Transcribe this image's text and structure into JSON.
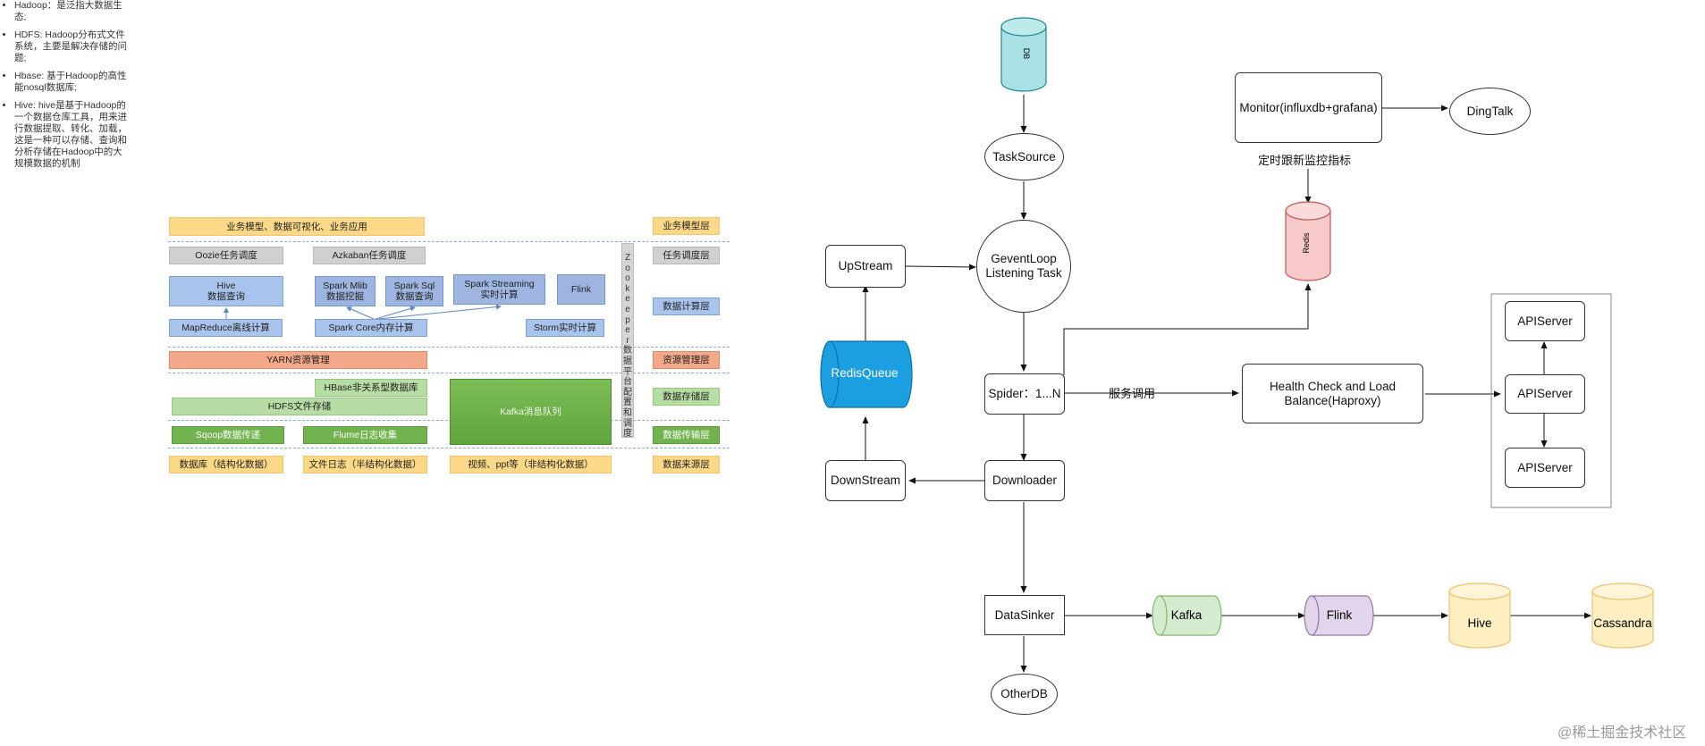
{
  "notes": [
    "Hadoop：是泛指大数据生态;",
    "HDFS: Hadoop分布式文件系统，主要是解决存储的问题;",
    "Hbase: 基于Hadoop的高性能nosql数据库;",
    "Hive: hive是基于Hadoop的一个数据仓库工具，用来进行数据提取、转化、加载，这是一种可以存储、查询和分析存储在Hadoop中的大规模数据的机制"
  ],
  "stack": {
    "business": "业务模型、数据可视化、业务应用",
    "oozie": "Oozie任务调度",
    "azkaban": "Azkaban任务调度",
    "hive_name": "Hive",
    "hive_desc": "数据查询",
    "mllib_name": "Spark Mlib",
    "mllib_desc": "数据挖掘",
    "sql_name": "Spark Sql",
    "sql_desc": "数据查询",
    "streaming_name": "Spark Streaming",
    "streaming_desc": "实时计算",
    "flink": "Flink",
    "mapreduce": "MapReduce离线计算",
    "spark_core": "Spark Core内存计算",
    "storm": "Storm实时计算",
    "yarn": "YARN资源管理",
    "hbase": "HBase非关系型数据库",
    "hdfs": "HDFS文件存储",
    "kafka": "Kafka消息队列",
    "sqoop": "Sqoop数据传递",
    "flume": "Flume日志收集",
    "src_db": "数据库（结构化数据）",
    "src_log": "文件日志（半结构化数据）",
    "src_video": "视频、ppt等（非结构化数据）",
    "zookeeper": [
      "Z",
      "o",
      "o",
      "k",
      "e",
      "e",
      "p",
      "e",
      "r",
      "数",
      "据",
      "平",
      "台",
      "配",
      "置",
      "和",
      "调",
      "度"
    ]
  },
  "layers": {
    "business": "业务模型层",
    "schedule": "任务调度层",
    "compute": "数据计算层",
    "resource": "资源管理层",
    "storage": "数据存储层",
    "transport": "数据传输层",
    "source": "数据来源层"
  },
  "flow": {
    "db": "DB",
    "task_source": "TaskSource",
    "gevent_line1": "GeventLoop",
    "gevent_line2": "Listening Task",
    "upstream": "UpStream",
    "redis_queue": "RedisQueue",
    "downstream": "DownStream",
    "spider": "Spider：1...N",
    "downloader": "Downloader",
    "service_call": "服务调用",
    "health_line1": "Health Check and Load",
    "health_line2": "Balance(Haproxy)",
    "apiserver": "APIServer",
    "monitor": "Monitor(influxdb+grafana)",
    "dingtalk": "DingTalk",
    "monitor_label": "定时跟新监控指标",
    "redis": "Redis",
    "datasinker": "DataSinker",
    "otherdb": "OtherDB",
    "kafka": "Kafka",
    "flink": "Flink",
    "hive": "Hive",
    "cassandra": "Cassandra"
  },
  "colors": {
    "db_fill": "#a8e1e3",
    "redis_fill": "#f7c9c9",
    "redis_queue_fill": "#1b9fe0",
    "kafka_fill": "#d5ebcf",
    "flink_fill": "#e1d5eb",
    "hive_fill": "#fdefc2"
  },
  "watermark": "@稀土掘金技术社区"
}
